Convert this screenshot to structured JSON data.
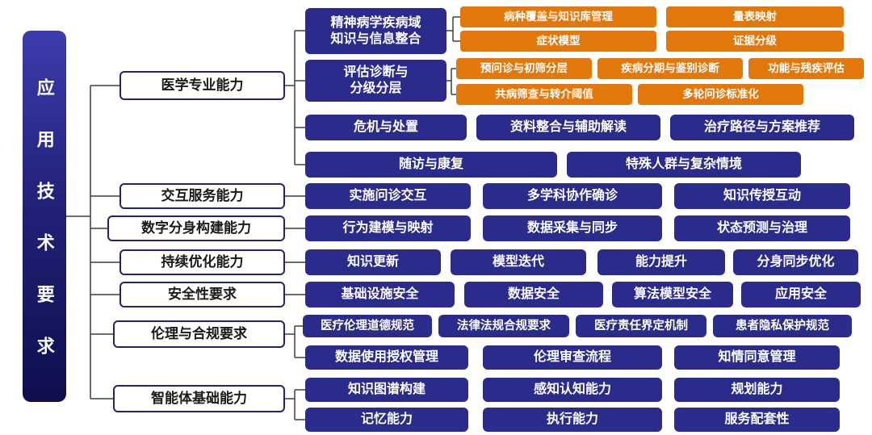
{
  "root": {
    "label": "应用技术要求"
  },
  "colors": {
    "navy": "#2b2b8c",
    "orange": "#e2770c",
    "white_border": "#23236e",
    "line": "#3f3f3f"
  },
  "branches": [
    {
      "label": "医学专业能力",
      "nodes": [
        {
          "label": "精神病学疾病域\n知识与信息整合",
          "children": [
            "病种覆盖与知识库管理",
            "量表映射",
            "症状模型",
            "证据分级"
          ]
        },
        {
          "label": "评估诊断与\n分级分层",
          "children": [
            "预问诊与初筛分层",
            "疾病分期与鉴别诊断",
            "功能与残疾评估",
            "共病筛查与转介阈值",
            "多轮问诊标准化"
          ]
        },
        {
          "label": "危机与处置"
        },
        {
          "label": "资料整合与辅助解读"
        },
        {
          "label": "治疗路径与方案推荐"
        },
        {
          "label": "随访与康复"
        },
        {
          "label": "特殊人群与复杂情境"
        }
      ]
    },
    {
      "label": "交互服务能力",
      "nodes": [
        {
          "label": "实施问诊交互"
        },
        {
          "label": "多学科协作确诊"
        },
        {
          "label": "知识传授互动"
        }
      ]
    },
    {
      "label": "数字分身构建能力",
      "nodes": [
        {
          "label": "行为建模与映射"
        },
        {
          "label": "数据采集与同步"
        },
        {
          "label": "状态预测与治理"
        }
      ]
    },
    {
      "label": "持续优化能力",
      "nodes": [
        {
          "label": "知识更新"
        },
        {
          "label": "模型迭代"
        },
        {
          "label": "能力提升"
        },
        {
          "label": "分身同步优化"
        }
      ]
    },
    {
      "label": "安全性要求",
      "nodes": [
        {
          "label": "基础设施安全"
        },
        {
          "label": "数据安全"
        },
        {
          "label": "算法模型安全"
        },
        {
          "label": "应用安全"
        }
      ]
    },
    {
      "label": "伦理与合规要求",
      "nodes": [
        {
          "label": "医疗伦理道德规范"
        },
        {
          "label": "法律法规合规要求"
        },
        {
          "label": "医疗责任界定机制"
        },
        {
          "label": "患者隐私保护规范"
        },
        {
          "label": "数据使用授权管理"
        },
        {
          "label": "伦理审查流程"
        },
        {
          "label": "知情同意管理"
        }
      ]
    },
    {
      "label": "智能体基础能力",
      "nodes": [
        {
          "label": "知识图谱构建"
        },
        {
          "label": "感知认知能力"
        },
        {
          "label": "规划能力"
        },
        {
          "label": "记忆能力"
        },
        {
          "label": "执行能力"
        },
        {
          "label": "服务配套性"
        }
      ]
    }
  ]
}
